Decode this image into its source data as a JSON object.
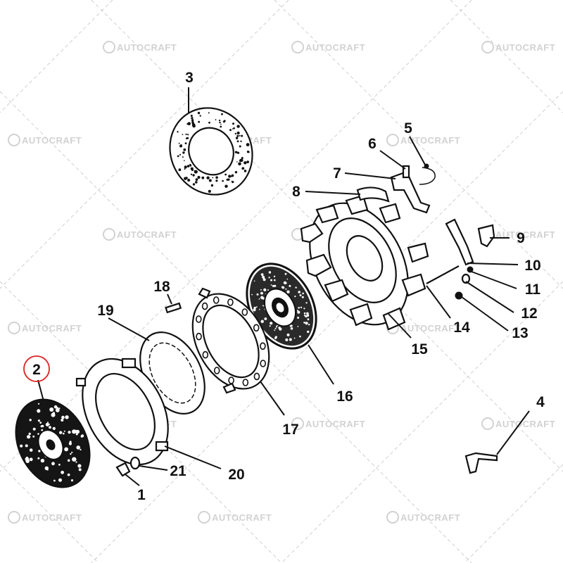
{
  "watermark": {
    "text": "AUTOCRAFT",
    "color": "#d2d2d2"
  },
  "highlight": {
    "part_number": "2",
    "circle_color": "#e02020"
  },
  "parts": {
    "p1": "1",
    "p2": "2",
    "p3": "3",
    "p4": "4",
    "p5": "5",
    "p6": "6",
    "p7": "7",
    "p8": "8",
    "p9": "9",
    "p10": "10",
    "p11": "11",
    "p12": "12",
    "p13": "13",
    "p14": "14",
    "p15": "15",
    "p16": "16",
    "p17": "17",
    "p18": "18",
    "p19": "19",
    "p20": "20",
    "p21": "21"
  }
}
